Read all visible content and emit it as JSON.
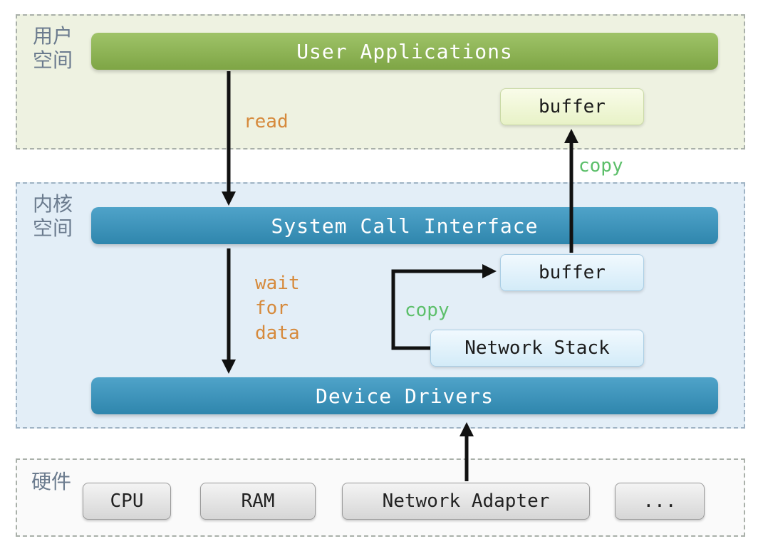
{
  "zones": {
    "user_space": "用户\n空间",
    "kernel_space": "内核\n空间",
    "hardware": "硬件"
  },
  "user_space": {
    "applications_bar": "User Applications",
    "buffer": "buffer"
  },
  "kernel_space": {
    "system_call_interface": "System Call Interface",
    "buffer": "buffer",
    "network_stack": "Network Stack",
    "device_drivers": "Device Drivers"
  },
  "hardware": {
    "items": [
      "CPU",
      "RAM",
      "Network Adapter",
      "..."
    ]
  },
  "arrow_labels": {
    "read": "read",
    "wait_for_data": "wait\nfor\ndata",
    "copy_kernel": "copy",
    "copy_user": "copy"
  },
  "colors": {
    "user_bar": "#8cb254",
    "kernel_bar": "#3b93bb",
    "read_label": "#d68a3c",
    "copy_label": "#5cbf6a"
  }
}
